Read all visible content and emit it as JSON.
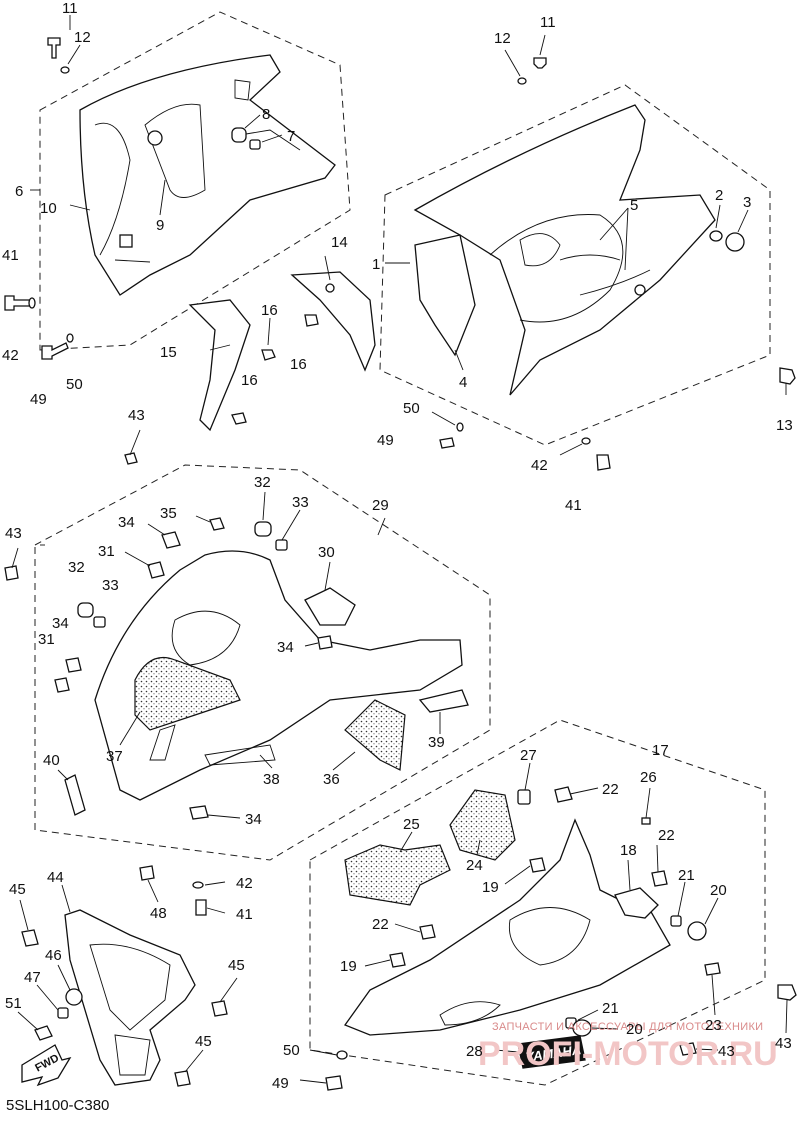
{
  "diagram": {
    "code": "5SLH100-C380",
    "fwd_label": "FWD",
    "logo_text": "YAMAHA",
    "watermark_small": "ЗАПЧАСТИ И АКСЕССУАРЫ ДЛЯ МОТОТЕХНИКИ",
    "watermark_big": "PROFI-MOTOR.RU",
    "labels": [
      {
        "id": "a11",
        "text": "11"
      },
      {
        "id": "a12",
        "text": "12"
      },
      {
        "id": "a8",
        "text": "8"
      },
      {
        "id": "a7",
        "text": "7"
      },
      {
        "id": "a6",
        "text": "6"
      },
      {
        "id": "a10",
        "text": "10"
      },
      {
        "id": "a9",
        "text": "9"
      },
      {
        "id": "a41",
        "text": "41"
      },
      {
        "id": "a42",
        "text": "42"
      },
      {
        "id": "a49",
        "text": "49"
      },
      {
        "id": "a50",
        "text": "50"
      },
      {
        "id": "a15",
        "text": "15"
      },
      {
        "id": "a16",
        "text": "16"
      },
      {
        "id": "a16b",
        "text": "16"
      },
      {
        "id": "a16c",
        "text": "16"
      },
      {
        "id": "a14",
        "text": "14"
      },
      {
        "id": "b11",
        "text": "11"
      },
      {
        "id": "b12",
        "text": "12"
      },
      {
        "id": "a1",
        "text": "1"
      },
      {
        "id": "a5",
        "text": "5"
      },
      {
        "id": "a2",
        "text": "2"
      },
      {
        "id": "a3",
        "text": "3"
      },
      {
        "id": "a4",
        "text": "4"
      },
      {
        "id": "a13",
        "text": "13"
      },
      {
        "id": "b50",
        "text": "50"
      },
      {
        "id": "b49",
        "text": "49"
      },
      {
        "id": "b42",
        "text": "42"
      },
      {
        "id": "b41",
        "text": "41"
      },
      {
        "id": "a43",
        "text": "43"
      },
      {
        "id": "b43",
        "text": "43"
      },
      {
        "id": "a32",
        "text": "32"
      },
      {
        "id": "a33",
        "text": "33"
      },
      {
        "id": "a29",
        "text": "29"
      },
      {
        "id": "a35",
        "text": "35"
      },
      {
        "id": "a34",
        "text": "34"
      },
      {
        "id": "a31",
        "text": "31"
      },
      {
        "id": "a30",
        "text": "30"
      },
      {
        "id": "b32",
        "text": "32"
      },
      {
        "id": "b33",
        "text": "33"
      },
      {
        "id": "b34",
        "text": "34"
      },
      {
        "id": "b31",
        "text": "31"
      },
      {
        "id": "c34",
        "text": "34"
      },
      {
        "id": "a37",
        "text": "37"
      },
      {
        "id": "a39",
        "text": "39"
      },
      {
        "id": "a40",
        "text": "40"
      },
      {
        "id": "a38",
        "text": "38"
      },
      {
        "id": "a36",
        "text": "36"
      },
      {
        "id": "d34",
        "text": "34"
      },
      {
        "id": "a27",
        "text": "27"
      },
      {
        "id": "a17",
        "text": "17"
      },
      {
        "id": "a26",
        "text": "26"
      },
      {
        "id": "a22",
        "text": "22"
      },
      {
        "id": "a25",
        "text": "25"
      },
      {
        "id": "a24",
        "text": "24"
      },
      {
        "id": "b22",
        "text": "22"
      },
      {
        "id": "a18",
        "text": "18"
      },
      {
        "id": "a19",
        "text": "19"
      },
      {
        "id": "a21",
        "text": "21"
      },
      {
        "id": "a20",
        "text": "20"
      },
      {
        "id": "c42",
        "text": "42"
      },
      {
        "id": "a48",
        "text": "48"
      },
      {
        "id": "c41",
        "text": "41"
      },
      {
        "id": "c22",
        "text": "22"
      },
      {
        "id": "b19",
        "text": "19"
      },
      {
        "id": "a23",
        "text": "23"
      },
      {
        "id": "c43",
        "text": "43"
      },
      {
        "id": "b21",
        "text": "21"
      },
      {
        "id": "b20",
        "text": "20"
      },
      {
        "id": "a45",
        "text": "45"
      },
      {
        "id": "a44",
        "text": "44"
      },
      {
        "id": "a46",
        "text": "46"
      },
      {
        "id": "b45",
        "text": "45"
      },
      {
        "id": "a47",
        "text": "47"
      },
      {
        "id": "a51",
        "text": "51"
      },
      {
        "id": "c45",
        "text": "45"
      },
      {
        "id": "c50",
        "text": "50"
      },
      {
        "id": "a28",
        "text": "28"
      },
      {
        "id": "d43",
        "text": "43"
      },
      {
        "id": "c49",
        "text": "49"
      }
    ]
  }
}
